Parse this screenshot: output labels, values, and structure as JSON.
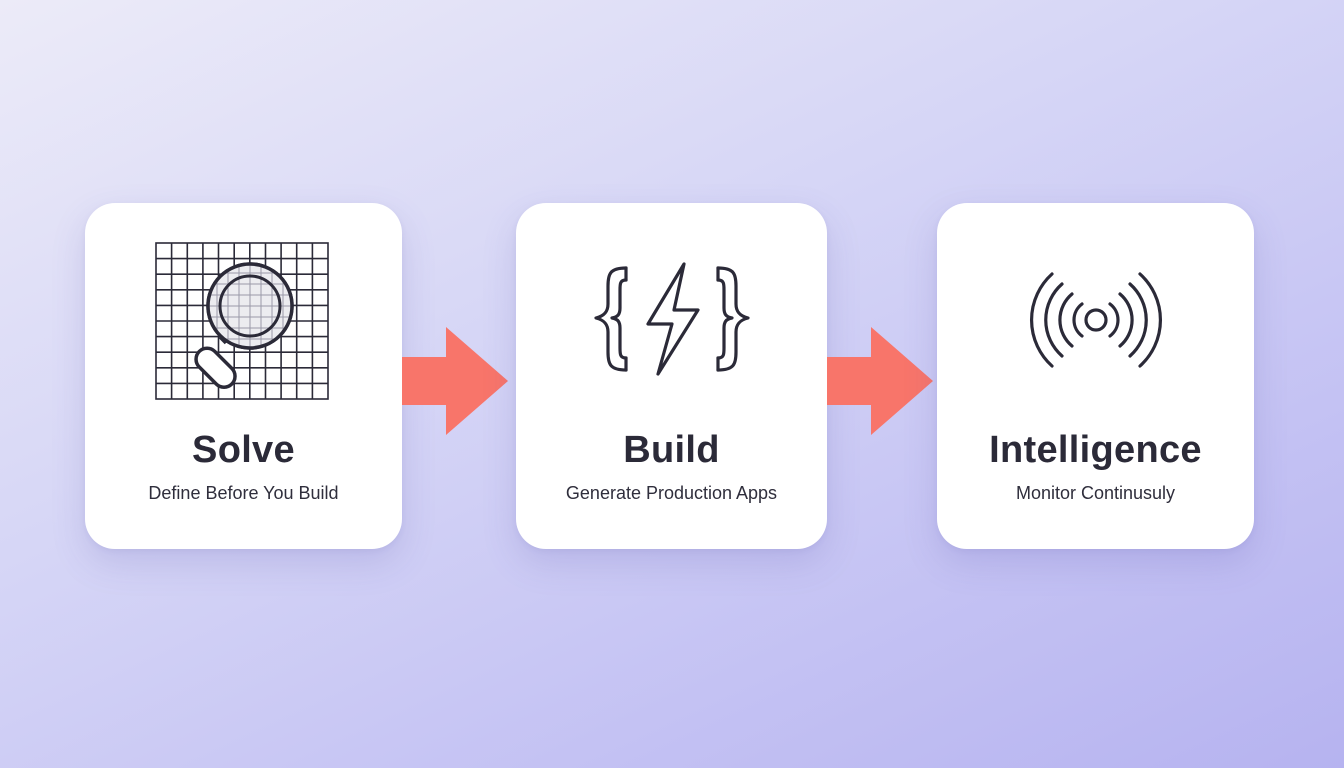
{
  "steps": [
    {
      "title": "Solve",
      "subtitle": "Define Before You Build",
      "icon": "grid-magnifier-icon"
    },
    {
      "title": "Build",
      "subtitle": "Generate Production Apps",
      "icon": "code-bolt-icon"
    },
    {
      "title": "Intelligence",
      "subtitle": "Monitor Continusuly",
      "icon": "broadcast-signal-icon"
    }
  ],
  "colors": {
    "arrow": "#f8756a",
    "text": "#2b2a38",
    "card": "#ffffff",
    "background_start": "#ecebf8",
    "background_end": "#b6b3f0"
  }
}
